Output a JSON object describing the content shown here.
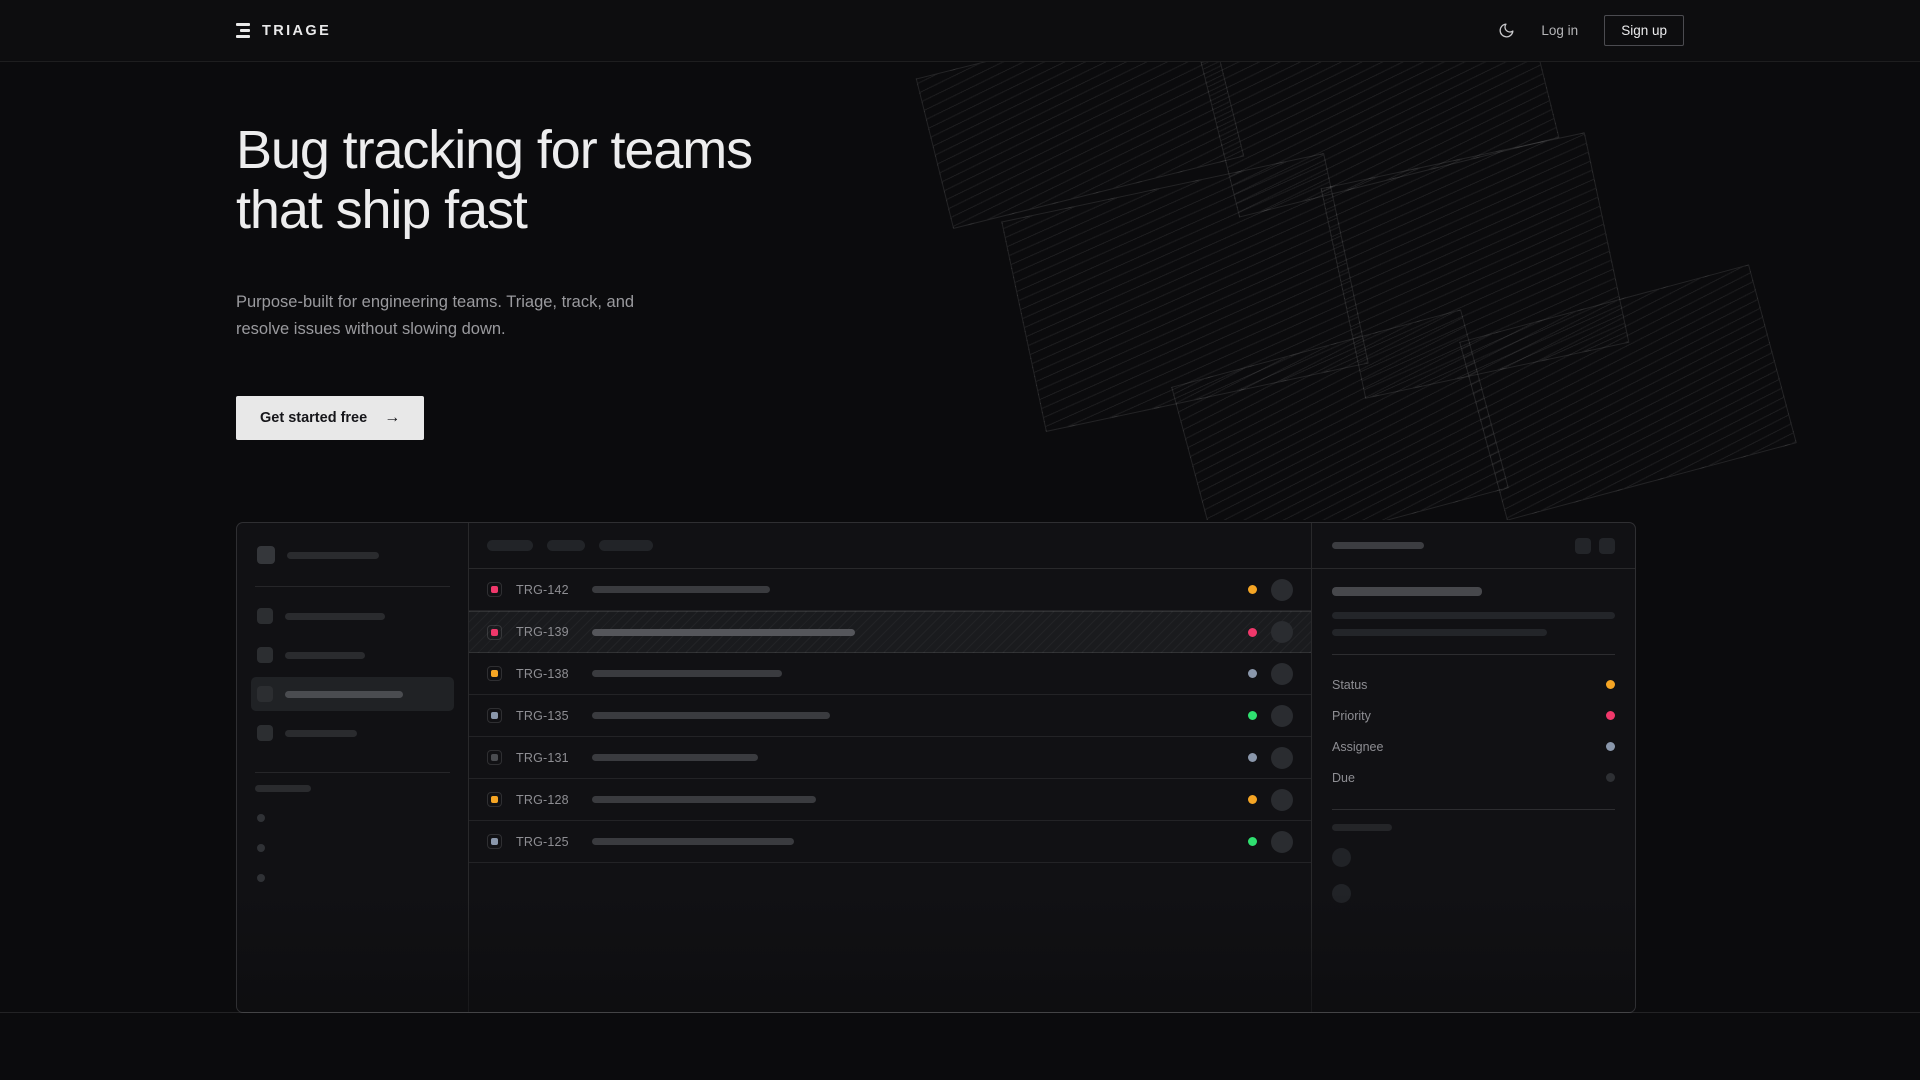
{
  "brand": {
    "name": "TRIAGE",
    "logo_icon": "stacked-bars-logo-icon"
  },
  "nav": {
    "theme_toggle_icon": "moon-icon",
    "login_label": "Log in",
    "signup_label": "Sign up"
  },
  "hero": {
    "heading": "Bug tracking for teams\nthat ship fast",
    "subheading": "Purpose-built for engineering teams. Triage, track, and\nresolve issues without slowing down.",
    "cta_label": "Get started free",
    "cta_arrow": "→"
  },
  "mockup": {
    "sidebar": {
      "workspace_placeholder": "",
      "nav_items": [
        "",
        "",
        "",
        ""
      ],
      "active_index": 2,
      "section_label_placeholder": "",
      "project_dots": 3
    },
    "list": {
      "toolbar_chips": 3,
      "rows": [
        {
          "id": "TRG-142",
          "badge_color": "#f0386b",
          "status_color": "#f5a524",
          "selected": false,
          "title_width": 178
        },
        {
          "id": "TRG-139",
          "badge_color": "#f0386b",
          "status_color": "#f0386b",
          "selected": true,
          "title_width": 263
        },
        {
          "id": "TRG-138",
          "badge_color": "#f5a524",
          "status_color": "#8a97ab",
          "selected": false,
          "title_width": 190
        },
        {
          "id": "TRG-135",
          "badge_color": "#8a97ab",
          "status_color": "#2fe070",
          "selected": false,
          "title_width": 238
        },
        {
          "id": "TRG-131",
          "badge_color": "#4a4c50",
          "status_color": "#8a97ab",
          "selected": false,
          "title_width": 166
        },
        {
          "id": "TRG-128",
          "badge_color": "#f5a524",
          "status_color": "#f5a524",
          "selected": false,
          "title_width": 224
        },
        {
          "id": "TRG-125",
          "badge_color": "#8a97ab",
          "status_color": "#2fe070",
          "selected": false,
          "title_width": 202
        }
      ]
    },
    "detail": {
      "header_placeholder": "",
      "action_buttons": 2,
      "meta": [
        {
          "label": "Status",
          "value_color": "#f5a524"
        },
        {
          "label": "Priority",
          "value_color": "#f0386b"
        },
        {
          "label": "Assignee",
          "value_color": "#8a97ab"
        },
        {
          "label": "Due",
          "value_color": "#2e3034"
        }
      ],
      "activity_avatars": 2
    }
  },
  "colors": {
    "page_bg": "#0b0b0d",
    "panel_bg": "#111114",
    "text_primary": "#ededee",
    "text_muted": "#9a9a9e",
    "cta_bg": "#e8e8e8",
    "accent_orange": "#f5a524",
    "accent_pink": "#f0386b",
    "accent_green": "#2fe070",
    "accent_blue": "#8a97ab"
  }
}
